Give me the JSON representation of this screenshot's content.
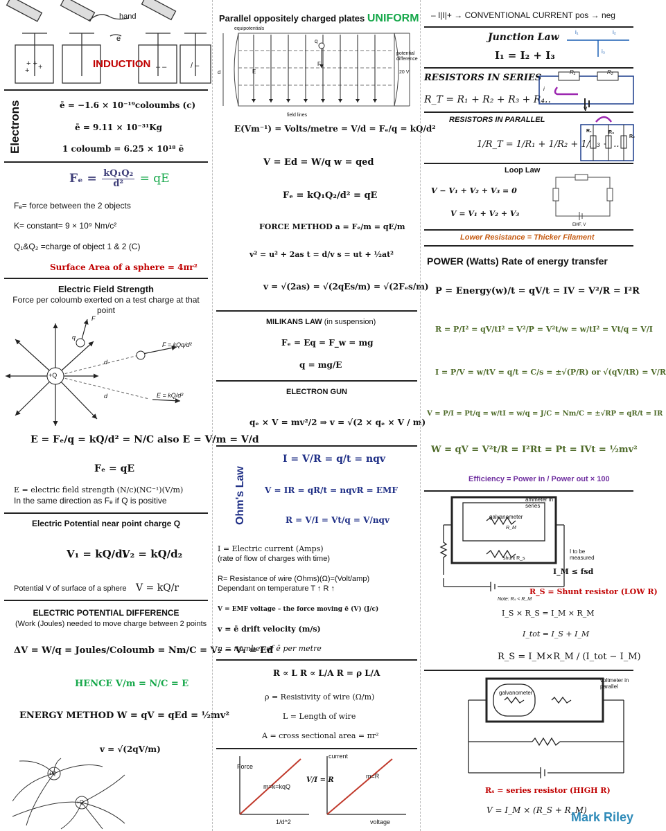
{
  "col1": {
    "induction": {
      "hand": "hand",
      "e": "e",
      "label": "INDUCTION"
    },
    "electrons": {
      "heading": "Electrons",
      "charge": "ē = −1.6 × 10⁻¹⁹coloumbs (c)",
      "mass": "ē = 9.11 × 10⁻³¹Kg",
      "coulomb": "1 coloumb = 6.25 × 10¹⁸ ē"
    },
    "coulomb_law": {
      "lhs": "Fₑ =",
      "num": "kQ₁Q₂",
      "den": "d²",
      "rhs": "= qE",
      "fe_def": "Fₑ= force between the 2 objects",
      "k_def": "K= constant=  9 × 10⁹ Nm/c²",
      "q_def": "Q₁&Q₂ =charge of object 1 & 2 (C)",
      "sphere_area": "Surface Area of a sphere = 4πr²"
    },
    "field": {
      "title": "Electric Field Strength",
      "desc1": "Force per coloumb exerted on a test charge at that",
      "desc2": "point",
      "diagram": {
        "center": "+Q",
        "F": "F",
        "q": "q",
        "d1": "d",
        "d2": "d",
        "F_kQq": "F = kQq/d²",
        "E_kQ": "E = kQ/d²"
      },
      "eq1": "E = Fₑ/q = kQ/d² = N/C  also  E = V/m = V/d",
      "eq2": "Fₑ = qE",
      "def1": "E =  electric field strength (N/c)(NC⁻¹)(V/m)",
      "def2": "In the same direction as Fₑ if Q is positive"
    },
    "potential": {
      "title": "Electric Potential near point charge Q",
      "v1": "V₁ = kQ/d₁",
      "v2": "V₂ = kQ/d₂",
      "sphere_label": "Potential V of surface of a sphere",
      "sphere_eq": "V = kQ/r"
    },
    "pd": {
      "title": "ELECTRIC POTENTIAL DIFFERENCE",
      "subtitle": "(Work (Joules) needed to move charge between 2 points",
      "eq": "ΔV = W/q = Joules/Coloumb = Nm/C = V₂ − V₁ = Ed",
      "hence": "HENCE V/m = N/C = E",
      "energy": "ENERGY METHOD   W = qV = qEd = ½mv²",
      "v": "v = √(2qV/m)",
      "dipole": {
        "plus1": "+Q",
        "plus2": "+Q"
      }
    }
  },
  "col2": {
    "plates": {
      "title": "Parallel oppositely charged plates",
      "uniform": "UNIFORM",
      "equipotentials": "equipotentials",
      "pd_label": "potential difference",
      "volts": "20 V",
      "field_lines": "field lines",
      "q": "q",
      "F": "F",
      "E": "E",
      "d": "d"
    },
    "eq_field": "E(Vm⁻¹) = Volts/metre = V/d = Fₑ/q = kQ/d²",
    "eq_ved": "V = Ed = W/q        w = qed",
    "eq_fe": "Fₑ = kQ₁Q₂/d² = qE",
    "force_method": "FORCE METHOD   a = Fₑ/m = qE/m",
    "kinematics": "v² = u² + 2as   t = d/v   s = ut + ½at²",
    "v_eq": "v = √(2as) = √(2qEs/m) = √(2Fₑs/m)",
    "milikan": {
      "title": "MILIKANS LAW",
      "sub": "(in suspension)",
      "eq1": "Fₑ = Eq = F_w = mg",
      "eq2": "q = mg/E"
    },
    "gun": {
      "title": "ELECTRON GUN",
      "eq": "qₑ × V = mv²/2 ⇒ v = √(2 × qₑ × V / m)"
    },
    "ohm": {
      "heading": "Ohm's Law",
      "eq1": "I = V/R = q/t = nqv",
      "eq2": "V = IR = qR/t = nqvR = EMF",
      "eq3": "R = V/I = Vt/q = V/nqv",
      "i_def": "I =  Electric current (Amps)",
      "i_def2": "(rate of flow of charges with time)",
      "r_def": "R= Resistance of wire (Ohms)(Ω)=(Volt/amp)",
      "r_def2": "Dependant on temperature T ↑ R ↑",
      "v_def": "V = EMF voltage – the force moving ē (V) (J/c)",
      "drift": "v = ē drift velocity (m/s)",
      "n_def": "n = number of ē per metre",
      "prop": "R ∝ L    R ∝ L/A    R = ρ L/A",
      "rho": "ρ  =  Resistivity of wire (Ω/m)",
      "L": "L  =  Length of wire",
      "A": "A = cross sectional area = πr²"
    },
    "graphs": {
      "force": "Force",
      "x1": "1/d^2",
      "slope1": "m=k=kqQ",
      "mid": "V/I = R",
      "current": "current",
      "voltage": "voltage",
      "slope2": "m=R"
    }
  },
  "col3": {
    "conv": "– I|I|+ → CONVENTIONAL CURRENT pos → neg",
    "junction": {
      "title": "Junction Law",
      "eq": "I₁ = I₂ + I₃",
      "i1": "i₁",
      "i2": "i₂",
      "i3": "i₃"
    },
    "series": {
      "title": "RESISTORS IN SERIES",
      "eq": "R_T = R₁ + R₂ + R₃ + R₄..",
      "r1": "R₁",
      "r2": "R₂",
      "i": "i",
      "v": "V"
    },
    "parallel": {
      "title": "RESISTORS IN PARALLEL",
      "eq": "1/R_T = 1/R₁ + 1/R₂ + 1/R₃ + ..",
      "r1": "R₁",
      "r2": "R₂",
      "r3": "R₃"
    },
    "loop": {
      "title": "Loop Law",
      "eq1": "V − V₁ + V₂ + V₃ = 0",
      "eq2": "V = V₁ + V₂ + V₃",
      "emf": "EMF, V"
    },
    "lower": "Lower Resistance = Thicker Filament",
    "power": {
      "title": "POWER (Watts) Rate of energy transfer",
      "p": "P = Energy(w)/t = qV/t = IV = V²/R = I²R",
      "r": "R = P/I² = qV/tI² = V²/P = V²t/w = w/tI² = Vt/q = V/I",
      "i": "I = P/V = w/tV = q/t = C/s = ±√(P/R) or √(qV/tR) = V/R",
      "v": "V = P/I = Pt/q = w/tI = w/q = J/C = Nm/C = ±√RP = qR/t = IR",
      "w": "W = qV = V²t/R = I²Rt = Pt = IVt = ½mv²",
      "eff": "Efficiency = Power in / Power out × 100"
    },
    "shunt": {
      "ammeter": "ammeter in series",
      "galv": "galvanometer",
      "rm": "R_M",
      "shunt": "shunt R_s",
      "measured": "I to be measured",
      "note": "Note: Rₛ < R_M",
      "im": "I_M ≤ fsd",
      "rs_def": "R_S = Shunt resistor (LOW R)",
      "eq1": "I_S × R_S = I_M × R_M",
      "eq2": "I_tot = I_S + I_M",
      "eq3": "R_S = I_M×R_M / (I_tot − I_M)"
    },
    "volt": {
      "voltmeter": "voltmeter in parallel",
      "galv": "galvanometer",
      "rs_def": "Rₛ = series resistor (HIGH R)",
      "eq": "V = I_M × (R_S + R_M)"
    },
    "author": "Mark Riley"
  }
}
